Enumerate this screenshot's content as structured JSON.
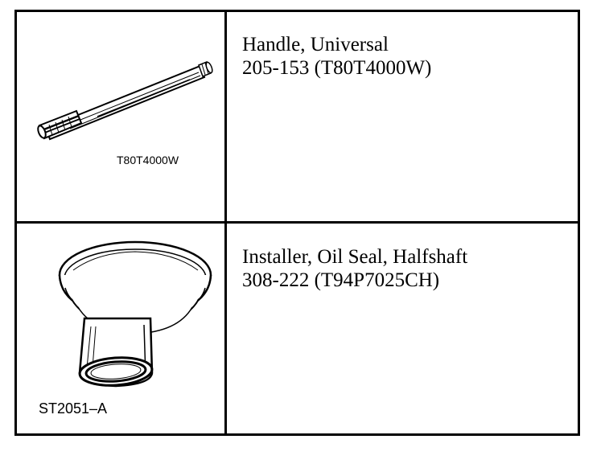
{
  "tools": [
    {
      "name": "Handle, Universal",
      "number": "205-153 (T80T4000W)",
      "figure_code": "T80T4000W",
      "icon": "universal-handle-illustration"
    },
    {
      "name": "Installer, Oil Seal, Halfshaft",
      "number": "308-222 (T94P7025CH)",
      "figure_code": "ST2051–A",
      "icon": "oil-seal-installer-illustration"
    }
  ]
}
